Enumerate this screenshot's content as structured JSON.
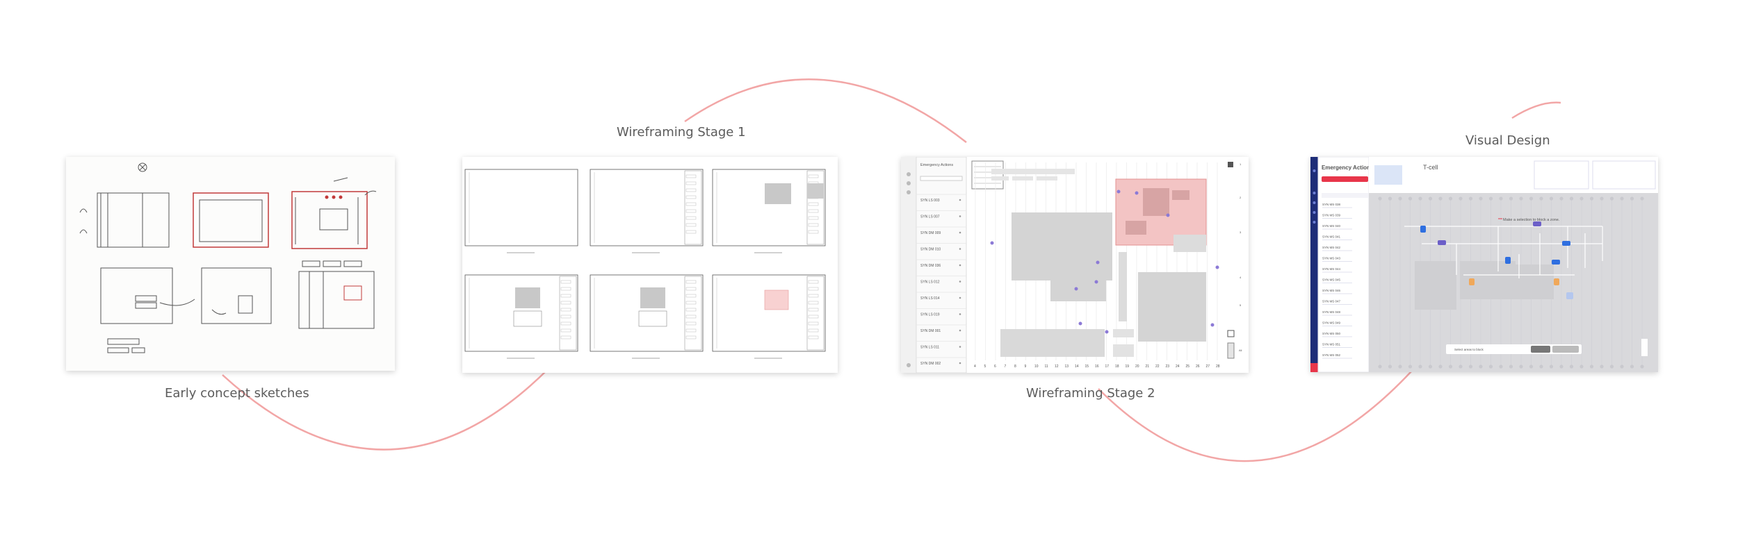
{
  "stages": [
    {
      "id": "sketches",
      "label": "Early concept sketches"
    },
    {
      "id": "wire1",
      "label": "Wireframing Stage 1"
    },
    {
      "id": "wire2",
      "label": "Wireframing Stage 2"
    },
    {
      "id": "visual",
      "label": "Visual Design"
    }
  ],
  "wire2": {
    "sidebar_title": "Emergency Actions",
    "rows": [
      "SYN LS 003",
      "SYN LS 007",
      "SYN DM 009",
      "SYN DM 010",
      "SYN DM 036",
      "SYN LS 012",
      "SYN LS 014",
      "SYN LS 019",
      "SYN DM 001",
      "SYN LS 011",
      "SYN DM 002"
    ],
    "axis": [
      "4",
      "5",
      "6",
      "7",
      "8",
      "9",
      "10",
      "11",
      "12",
      "13",
      "14",
      "15",
      "16",
      "17",
      "18",
      "19",
      "20",
      "21",
      "22",
      "23",
      "24",
      "25",
      "26",
      "27",
      "28"
    ]
  },
  "visual": {
    "sidebar_title": "Emergency Actions",
    "cell_title": "T-cell",
    "callout": "Make a selection to block a zone.",
    "bar_text": "Select areas to block",
    "rows": [
      "SYN MS 038",
      "SYN MS 039",
      "SYN MS 040",
      "SYN MS 041",
      "SYN MS 042",
      "SYN MS 043",
      "SYN MS 044",
      "SYN MS 045",
      "SYN MS 046",
      "SYN MS 047",
      "SYN MS 048",
      "SYN MS 049",
      "SYN MS 050",
      "SYN MS 051",
      "SYN MS 052"
    ]
  },
  "colors": {
    "arc": "#f2a6a6",
    "navy": "#1e2d78",
    "red": "#e8364a",
    "wire": "#555555",
    "sketch_red": "#c23a3a"
  }
}
